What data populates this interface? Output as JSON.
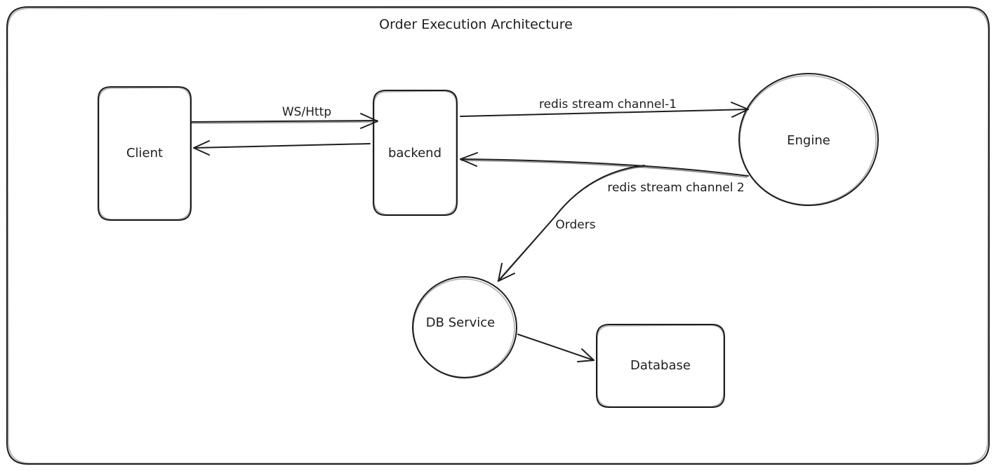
{
  "diagram": {
    "title": "Order Execution Architecture",
    "nodes": {
      "client": {
        "label": "Client",
        "shape": "rounded-rectangle"
      },
      "backend": {
        "label": "backend",
        "shape": "rounded-rectangle"
      },
      "engine": {
        "label": "Engine",
        "shape": "circle"
      },
      "db_service": {
        "label": "DB Service",
        "shape": "circle"
      },
      "database": {
        "label": "Database",
        "shape": "rounded-rectangle"
      }
    },
    "edges": [
      {
        "from": "client",
        "to": "backend",
        "label": "WS/Http"
      },
      {
        "from": "backend",
        "to": "client",
        "label": ""
      },
      {
        "from": "backend",
        "to": "engine",
        "label": "redis stream channel-1"
      },
      {
        "from": "engine",
        "to": "backend",
        "label": "redis stream channel 2"
      },
      {
        "from": "engine",
        "to": "db_service",
        "label": "Orders"
      },
      {
        "from": "db_service",
        "to": "database",
        "label": ""
      }
    ],
    "stroke_color": "#1e1e1e",
    "background": "#ffffff"
  }
}
